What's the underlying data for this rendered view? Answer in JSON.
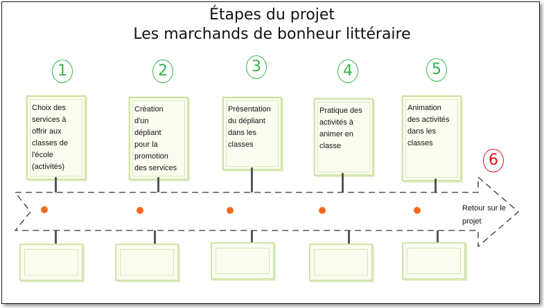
{
  "title": {
    "line1": "Étapes du projet",
    "line2": "Les marchands de bonheur littéraire"
  },
  "steps": [
    {
      "number": "1",
      "text": "Choix des\nservices à\noffrir aux\nclasses de\nl'école\n(activités)"
    },
    {
      "number": "2",
      "text": "Création\nd'un\ndépliant\npour la\npromotion\ndes services"
    },
    {
      "number": "3",
      "text": "Présentation\ndu dépliant\ndans les\nclasses"
    },
    {
      "number": "4",
      "text": "Pratique des\nactivités à\nanimer en\nclasse"
    },
    {
      "number": "5",
      "text": "Animation\ndes activités\ndans les\nclasses"
    }
  ],
  "final_step": {
    "number": "6",
    "text": "Retour sur le\nprojet"
  },
  "colors": {
    "step_number": "#36b24a",
    "final_number": "#e0101a",
    "milestone_dot": "#f26a1b",
    "card_border": "#cfe3a6"
  }
}
